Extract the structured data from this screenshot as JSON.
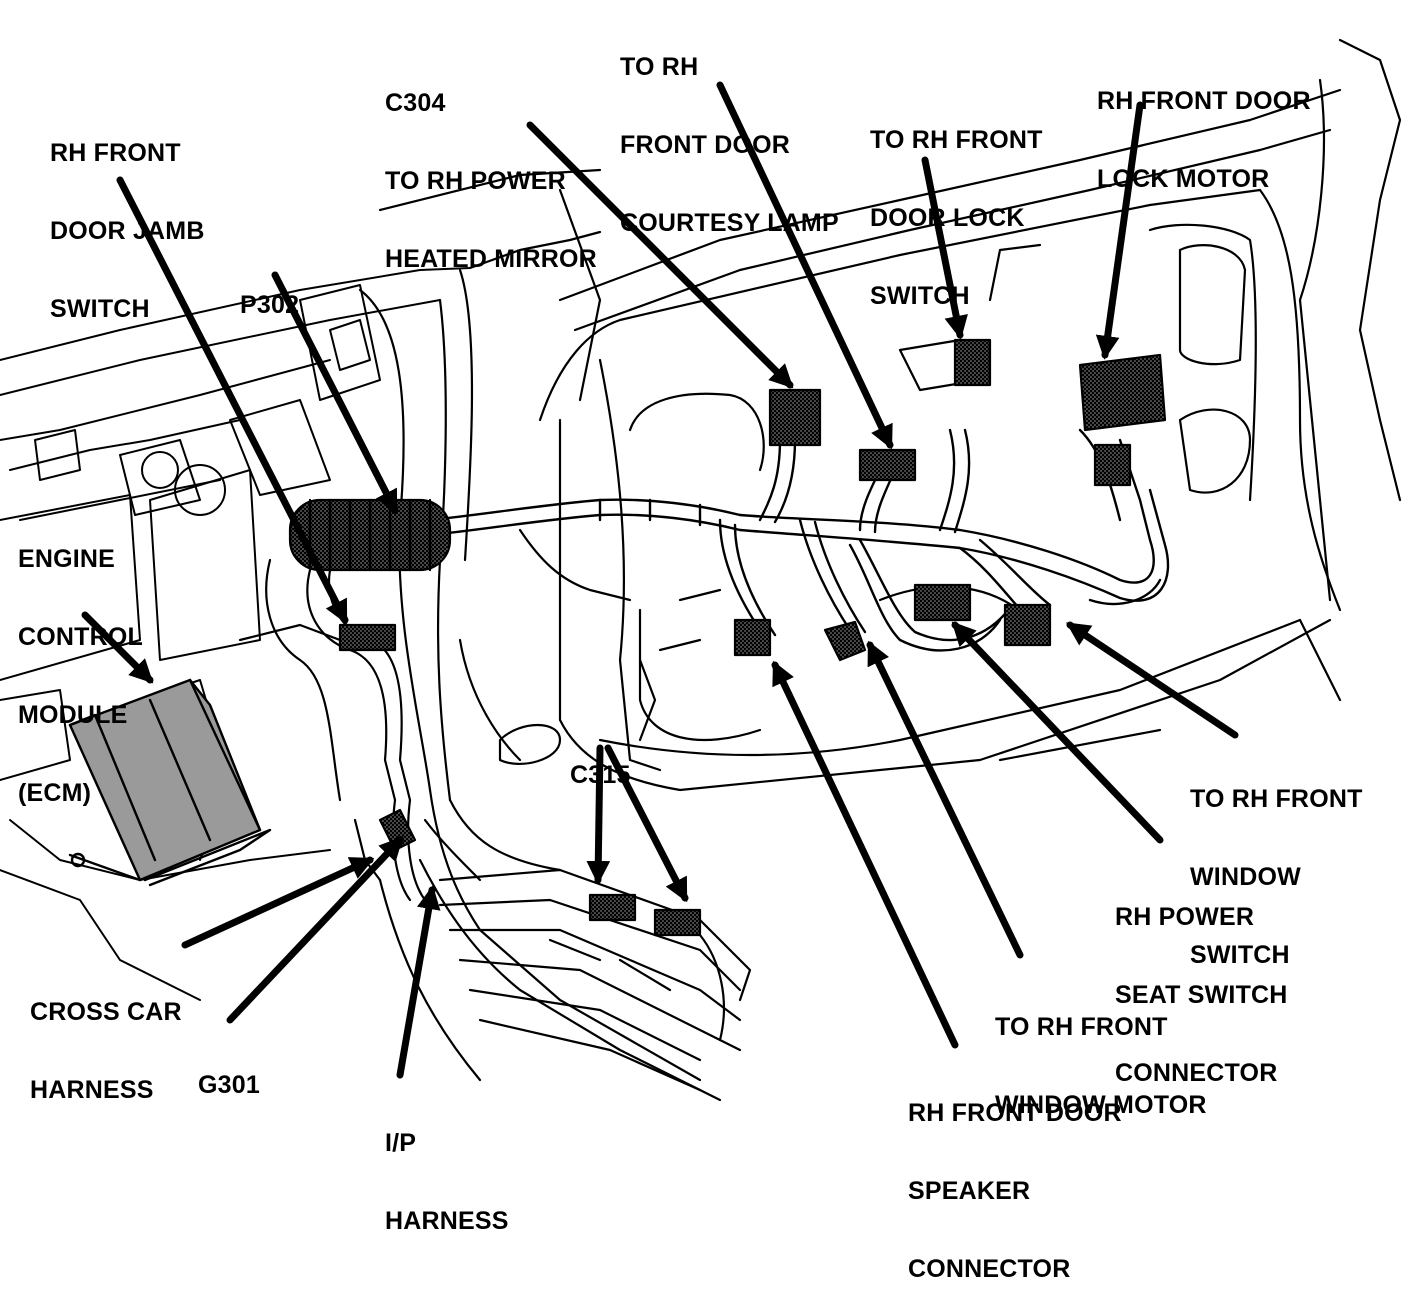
{
  "labels": {
    "jamb_switch": [
      "RH FRONT",
      "DOOR JAMB",
      "SWITCH"
    ],
    "c304": [
      "C304",
      "TO RH POWER",
      "HEATED MIRROR"
    ],
    "courtesy_lamp": [
      "TO RH",
      "FRONT DOOR",
      "COURTESY LAMP"
    ],
    "lock_switch": [
      "TO RH FRONT",
      "DOOR LOCK",
      "SWITCH"
    ],
    "lock_motor": [
      "RH FRONT DOOR",
      "LOCK MOTOR"
    ],
    "p302": [
      "P302"
    ],
    "ecm": [
      "ENGINE",
      "CONTROL",
      "MODULE",
      "(ECM)"
    ],
    "c315": [
      "C315"
    ],
    "window_switch": [
      "TO RH FRONT",
      "WINDOW",
      "SWITCH"
    ],
    "seat_switch": [
      "RH POWER",
      "SEAT SWITCH",
      "CONNECTOR"
    ],
    "window_motor": [
      "TO RH FRONT",
      "WINDOW MOTOR"
    ],
    "speaker": [
      "RH FRONT DOOR",
      "SPEAKER",
      "CONNECTOR"
    ],
    "cross_car": [
      "CROSS CAR",
      "HARNESS"
    ],
    "g301": [
      "G301"
    ],
    "ip_harness": [
      "I/P",
      "HARNESS"
    ]
  },
  "colors": {
    "ink": "#000000",
    "paper": "#ffffff",
    "module_fill": "#9a9a9a"
  }
}
